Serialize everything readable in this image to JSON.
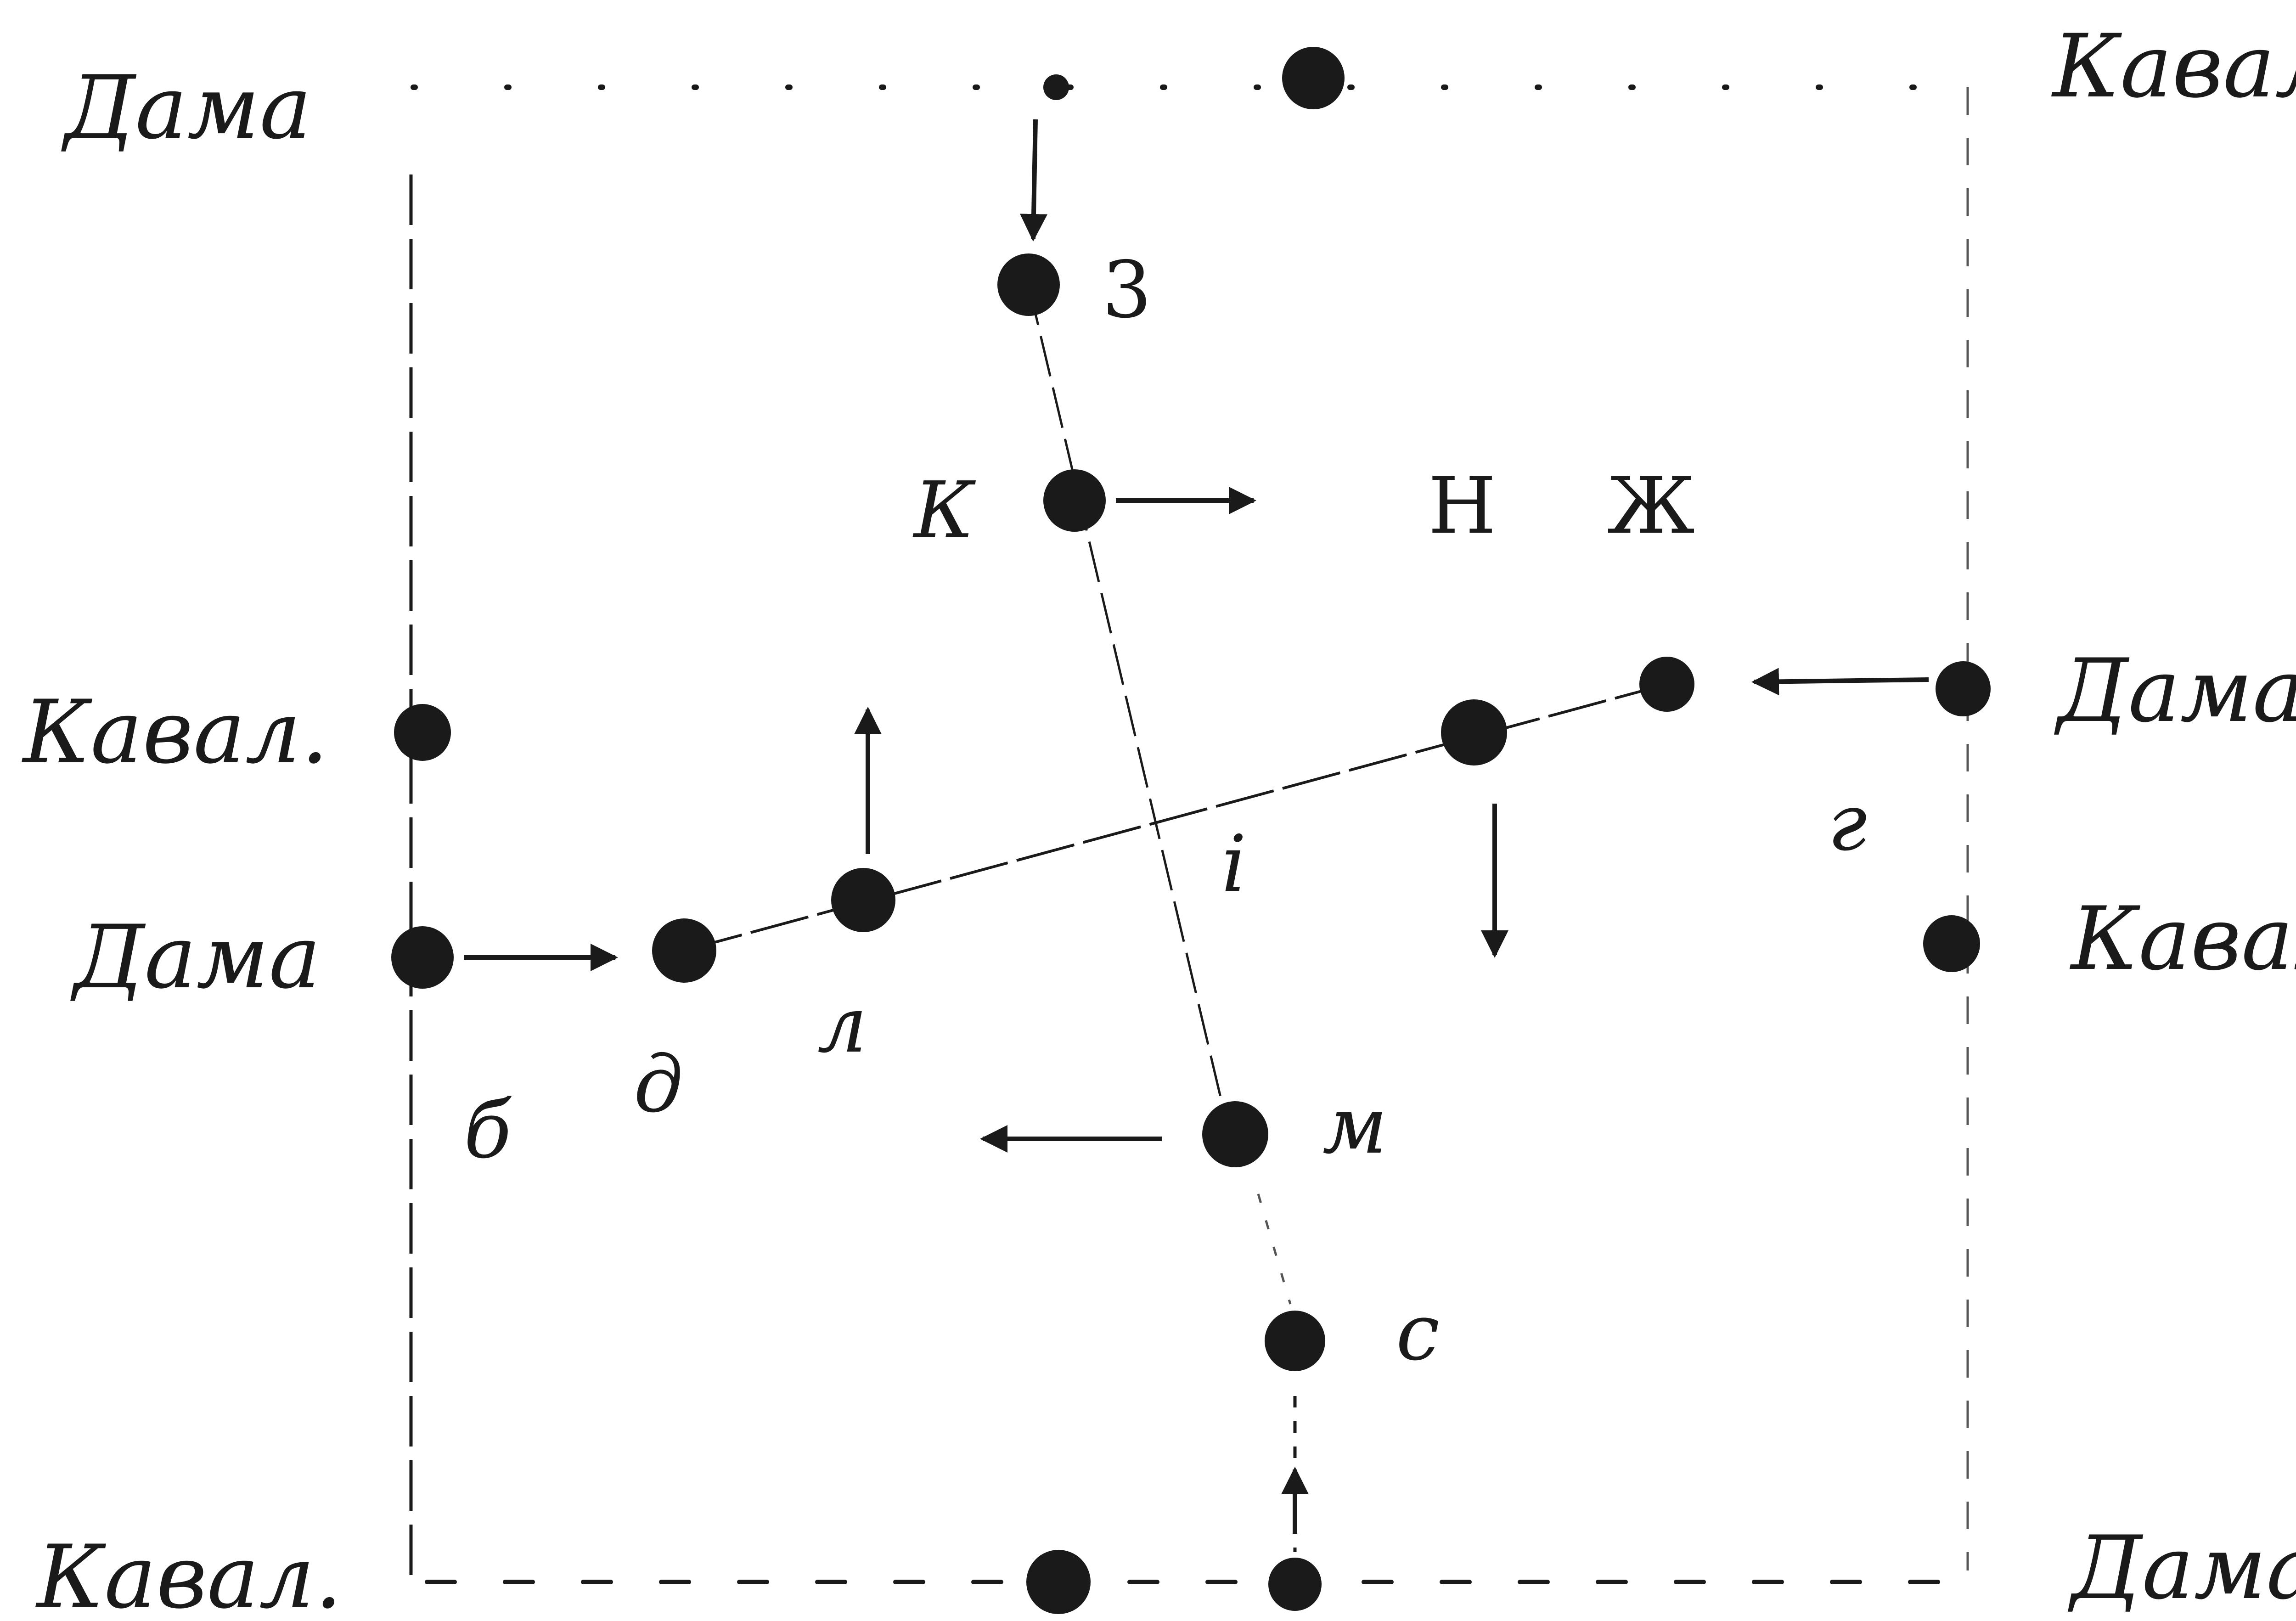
{
  "diagram": {
    "labels": {
      "top_left": "Дама",
      "top_right": "Кавал.",
      "left_mid": "Кавал.",
      "left_lower": "Дама",
      "right_mid": "Дама",
      "right_lower": "Кавал.",
      "bottom_left": "Кавал.",
      "bottom_right": "Дама"
    },
    "letters": {
      "z": "3",
      "k": "К",
      "n": "Н",
      "zh": "Ж",
      "g": "г",
      "i": "i",
      "l": "л",
      "d": "д",
      "b": "б",
      "m": "м",
      "s": "с"
    },
    "colors": {
      "ink": "#1a1a1a",
      "faint": "#555555"
    }
  }
}
